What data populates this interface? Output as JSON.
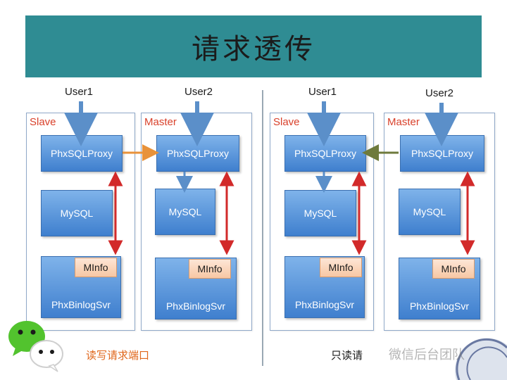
{
  "title": "请求透传",
  "left_panel": {
    "slave_label": "Slave",
    "master_label": "Master",
    "user1": "User1",
    "user2": "User2",
    "slave_proxy": "PhxSQLProxy",
    "slave_mysql": "MySQL",
    "slave_binlog": "PhxBinlogSvr",
    "slave_minfo": "MInfo",
    "master_proxy": "PhxSQLProxy",
    "master_mysql": "MySQL",
    "master_binlog": "PhxBinlogSvr",
    "master_minfo": "MInfo",
    "caption": "读写请求端口"
  },
  "right_panel": {
    "slave_label": "Slave",
    "master_label": "Master",
    "user1": "User1",
    "user2": "User2",
    "slave_proxy": "PhxSQLProxy",
    "slave_mysql": "MySQL",
    "slave_binlog": "PhxBinlogSvr",
    "slave_minfo": "MInfo",
    "master_proxy": "PhxSQLProxy",
    "master_mysql": "MySQL",
    "master_binlog": "PhxBinlogSvr",
    "master_minfo": "MInfo",
    "caption": "只读请"
  },
  "watermark": "微信后台团队",
  "colors": {
    "title_bar": "#2f8c93",
    "node_blue": "#4a88d4",
    "minfo_peach": "#f9d2b6",
    "arrow_blue": "#5b8fc9",
    "arrow_red": "#d22a2a",
    "arrow_orange": "#e8923a",
    "arrow_olive": "#6e7a3c",
    "label_red": "#d9412b"
  },
  "icons": {
    "wechat_logo": "wechat-logo-icon",
    "watermark_seal": "seal-watermark-icon"
  }
}
